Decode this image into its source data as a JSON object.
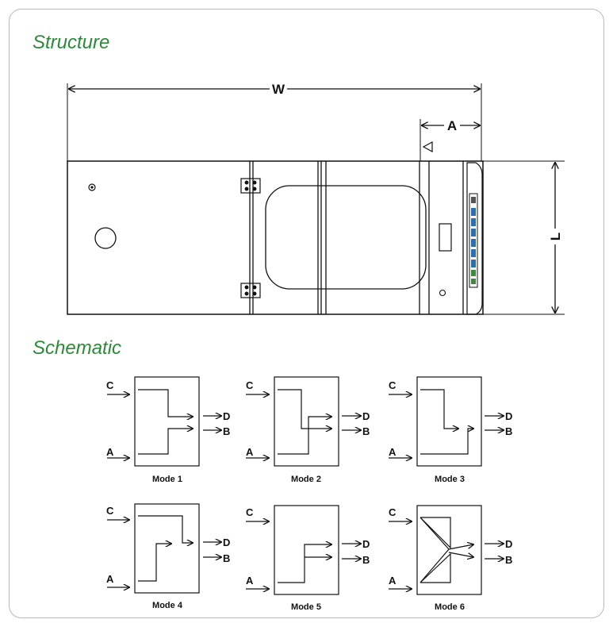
{
  "headings": {
    "structure": "Structure",
    "schematic": "Schematic"
  },
  "dimensions": {
    "width_label": "W",
    "a_label": "A",
    "length_label": "L"
  },
  "ports": {
    "c": "C",
    "a": "A",
    "d": "D",
    "b": "B"
  },
  "modes": [
    {
      "label": "Mode 1"
    },
    {
      "label": "Mode 2"
    },
    {
      "label": "Mode 3"
    },
    {
      "label": "Mode 4"
    },
    {
      "label": "Mode 5"
    },
    {
      "label": "Mode 6"
    }
  ],
  "colors": {
    "heading": "#2d8a3a",
    "line": "#111111",
    "connector": "#2a6fb0"
  }
}
